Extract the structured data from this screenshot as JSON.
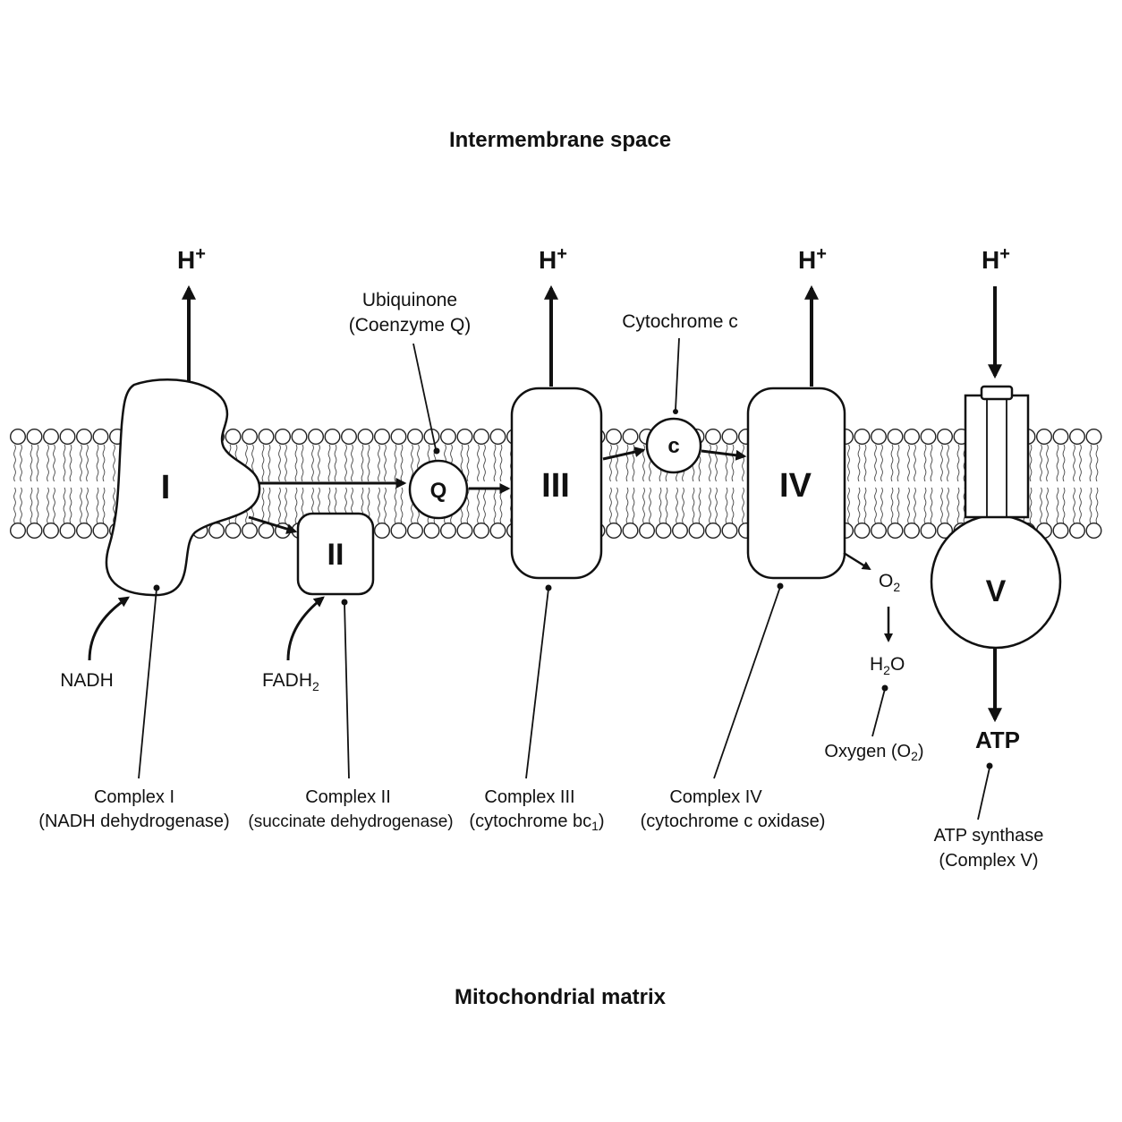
{
  "regions": {
    "top": "Intermembrane space",
    "bottom": "Mitochondrial matrix"
  },
  "proton": {
    "symbol": "H",
    "charge": "+"
  },
  "complexes": {
    "c1": {
      "numeral": "I",
      "name": "Complex I",
      "desc": "(NADH dehydrogenase)"
    },
    "c2": {
      "numeral": "II",
      "name": "Complex II",
      "desc": "(succinate dehydrogenase)"
    },
    "c3": {
      "numeral": "III",
      "name": "Complex III",
      "desc_main": "(cytochrome bc",
      "desc_sub": "1",
      "desc_end": ")"
    },
    "c4": {
      "numeral": "IV",
      "name": "Complex IV",
      "desc": "(cytochrome c oxidase)"
    },
    "c5": {
      "numeral": "V",
      "name": "ATP synthase",
      "desc": "(Complex V)"
    }
  },
  "carriers": {
    "q": {
      "symbol": "Q",
      "name": "Ubiquinone",
      "alt": "(Coenzyme Q)"
    },
    "c": {
      "symbol": "c",
      "name": "Cytochrome c"
    }
  },
  "substrates": {
    "nadh": "NADH",
    "fadh2": {
      "main": "FADH",
      "sub": "2"
    }
  },
  "oxygen": {
    "o2_main": "O",
    "o2_sub": "2",
    "h2o_a": "H",
    "h2o_sub": "2",
    "h2o_b": "O",
    "label_main": "Oxygen (O",
    "label_sub": "2",
    "label_end": ")"
  },
  "atp": "ATP"
}
